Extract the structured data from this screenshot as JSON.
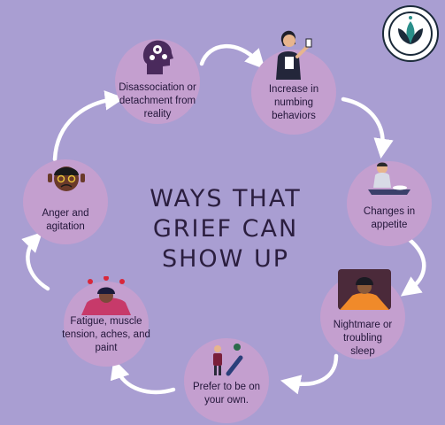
{
  "title_lines": [
    "WAYS THAT",
    "GRIEF CAN",
    "SHOW UP"
  ],
  "nodes": [
    {
      "id": "disassociation",
      "label_lines": [
        "Disassociation or",
        "detachment from",
        "reality"
      ],
      "icon": "head-gears-icon"
    },
    {
      "id": "numbing",
      "label_lines": [
        "Increase in",
        "numbing",
        "behaviors"
      ],
      "icon": "person-drinking-icon"
    },
    {
      "id": "appetite",
      "label_lines": [
        "Changes in",
        "appetite"
      ],
      "icon": "person-at-table-icon"
    },
    {
      "id": "nightmare",
      "label_lines": [
        "Nightmare or",
        "troubling",
        "sleep"
      ],
      "icon": "person-in-bed-icon"
    },
    {
      "id": "alone",
      "label_lines": [
        "Prefer to be on",
        "your own."
      ],
      "icon": "person-alone-icon"
    },
    {
      "id": "fatigue",
      "label_lines": [
        "Fatigue, muscle",
        "tension, aches, and",
        "paint"
      ],
      "icon": "tired-person-icon"
    },
    {
      "id": "anger",
      "label_lines": [
        "Anger and",
        "agitation"
      ],
      "icon": "angry-face-icon"
    }
  ],
  "colors": {
    "background": "#a99ed2",
    "node_fill": "#c49fcf",
    "arrow": "#ffffff",
    "text": "#23163a",
    "logo_teal": "#2a8f8a"
  },
  "logo": {
    "icon": "lotus-logo-icon"
  }
}
